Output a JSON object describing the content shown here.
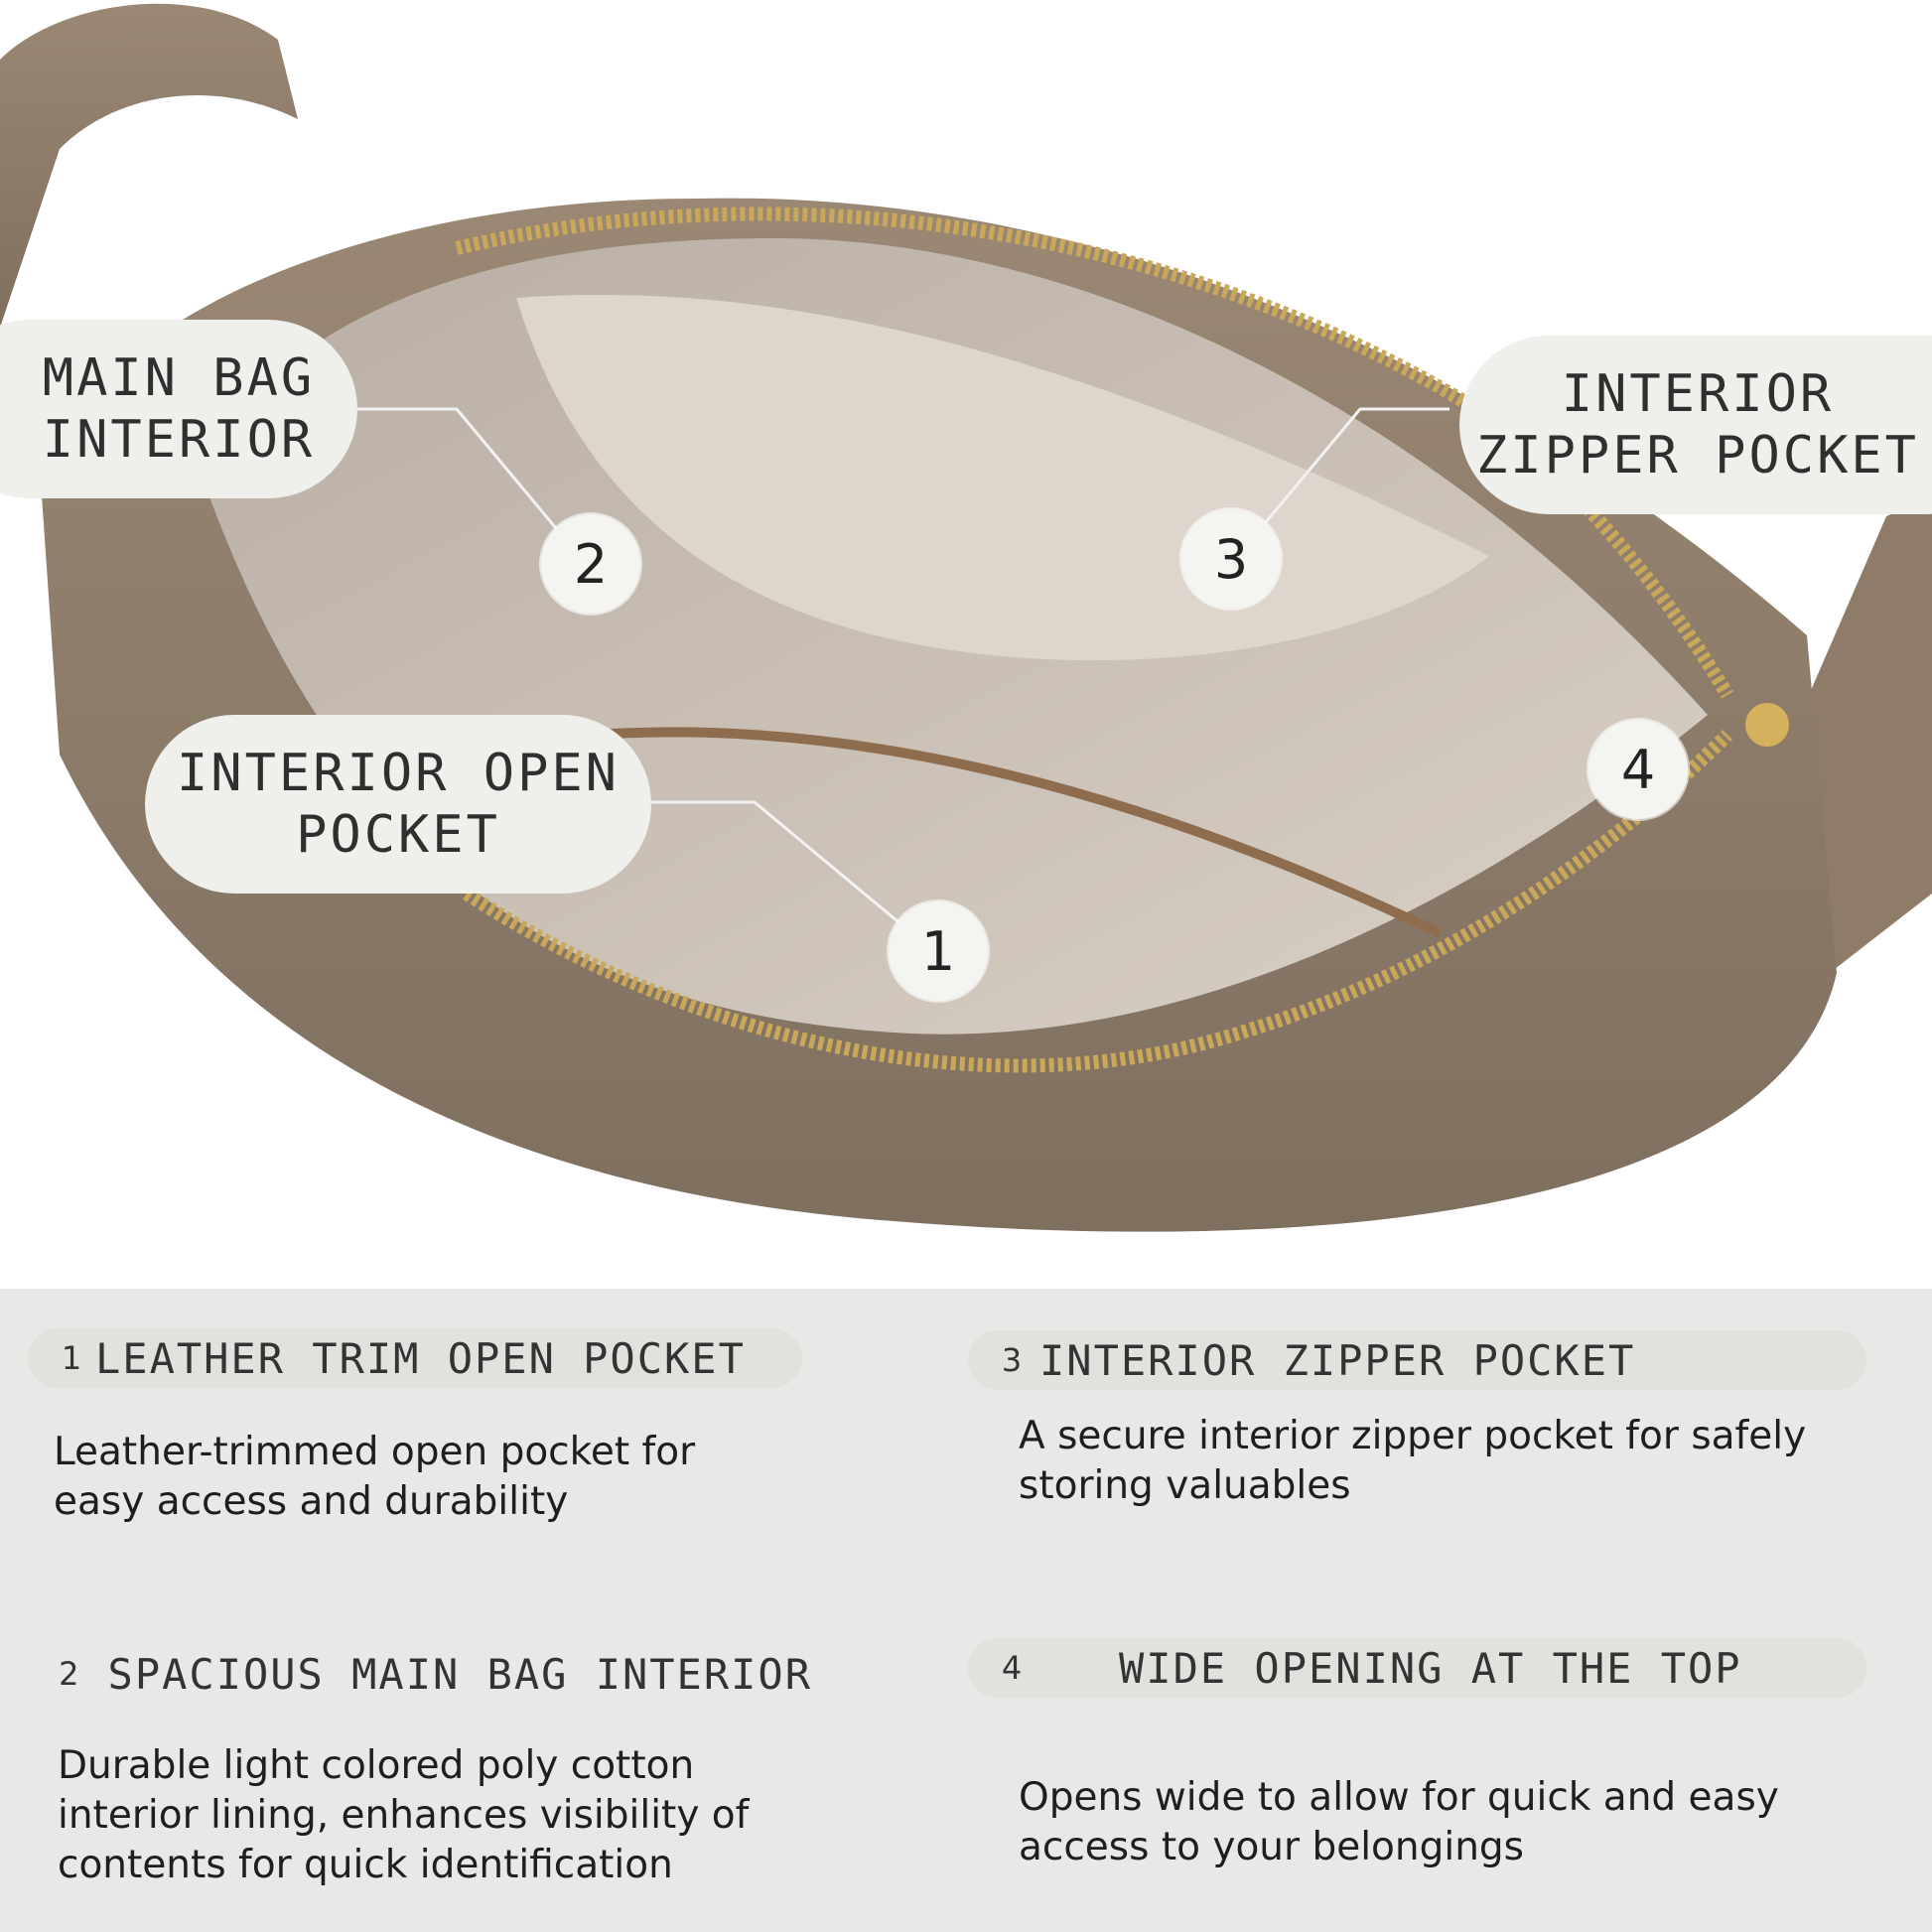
{
  "callouts": {
    "main_bag": {
      "line1": "MAIN BAG",
      "line2": "INTERIOR"
    },
    "zipper_pocket": {
      "line1": "INTERIOR",
      "line2": "ZIPPER POCKET"
    },
    "open_pocket": {
      "line1": "INTERIOR OPEN",
      "line2": "POCKET"
    }
  },
  "markers": [
    "1",
    "2",
    "3",
    "4"
  ],
  "features": [
    {
      "num": "1",
      "title": "LEATHER TRIM OPEN POCKET",
      "desc_line1": "Leather-trimmed open pocket for",
      "desc_line2": "easy access and durability"
    },
    {
      "num": "2",
      "title": "SPACIOUS MAIN BAG INTERIOR",
      "desc_line1": "Durable light colored poly cotton",
      "desc_line2": "interior lining, enhances visibility of",
      "desc_line3": "contents for quick identification"
    },
    {
      "num": "3",
      "title": "INTERIOR ZIPPER POCKET",
      "desc_line1": "A secure interior zipper pocket for safely",
      "desc_line2": "storing valuables"
    },
    {
      "num": "4",
      "title": "WIDE OPENING AT THE TOP",
      "desc_line1": "Opens wide to allow for quick and easy",
      "desc_line2": "access to your belongings"
    }
  ],
  "colors": {
    "leather": "#8c7a68",
    "lining": "#cfc4b8",
    "zipper": "#c9a85a",
    "panel": "#e8e8e6",
    "pill": "#e0e2de"
  }
}
